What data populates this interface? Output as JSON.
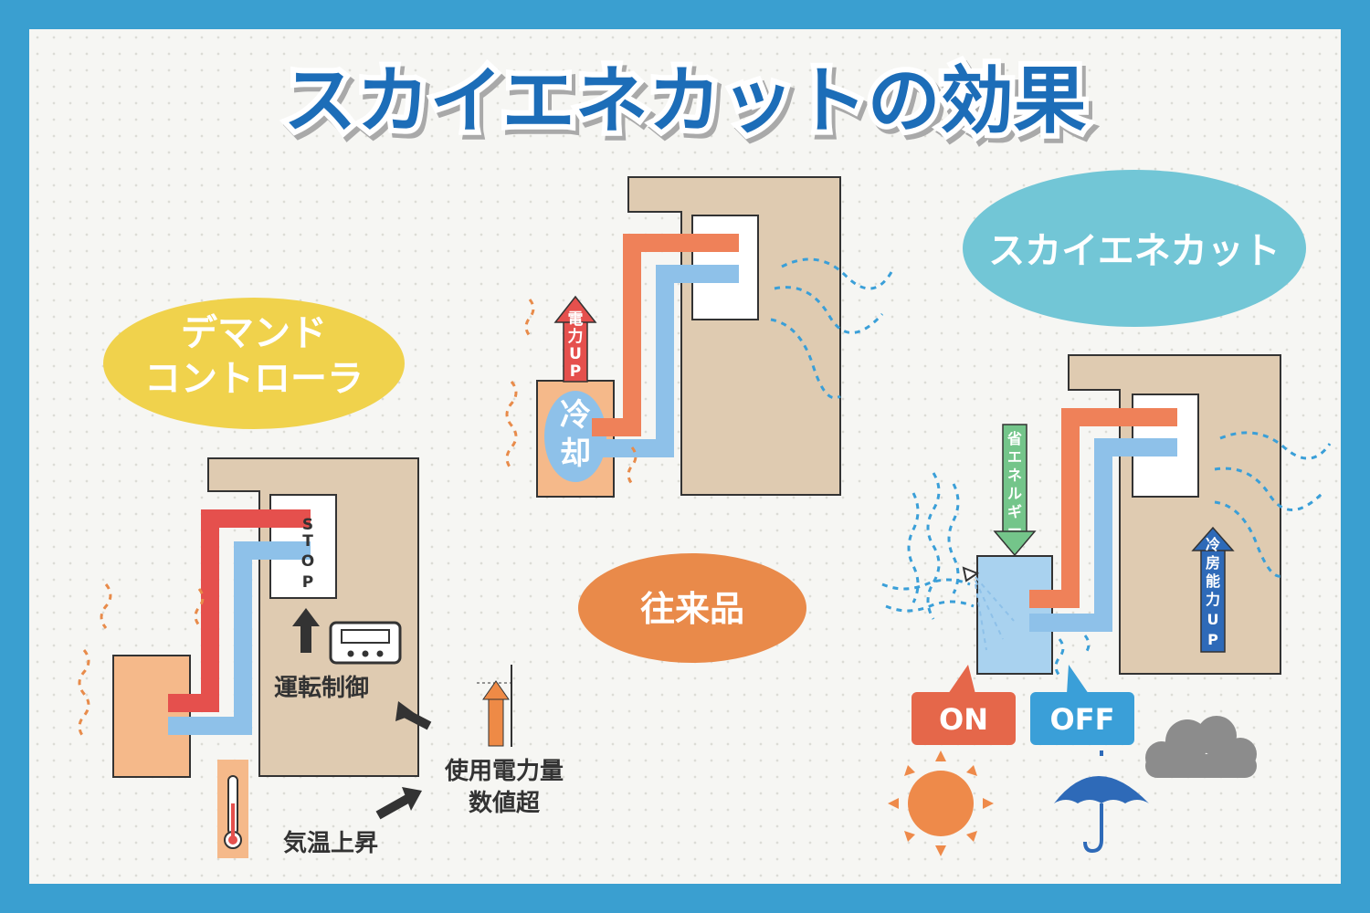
{
  "title": "スカイエネカットの効果",
  "labels": {
    "demand_controller_line1": "デマンド",
    "demand_controller_line2": "コントローラ",
    "conventional": "往来品",
    "sky_enecut": "スカイエネカット",
    "stop_s": "S",
    "stop_t": "T",
    "stop_o": "O",
    "stop_p": "P",
    "operation_control": "運転制御",
    "usage_over_line1": "使用電力量",
    "usage_over_line2": "数値超",
    "temp_rise": "気温上昇",
    "power_up_1": "電",
    "power_up_2": "力",
    "power_up_3": "U",
    "power_up_4": "P",
    "cooling_1": "冷",
    "cooling_2": "却",
    "energy_saving_1": "省",
    "energy_saving_2": "エ",
    "energy_saving_3": "ネ",
    "energy_saving_4": "ル",
    "energy_saving_5": "ギ",
    "energy_saving_6": "ー",
    "cooling_capacity_1": "冷",
    "cooling_capacity_2": "房",
    "cooling_capacity_3": "能",
    "cooling_capacity_4": "力",
    "cooling_capacity_5": "U",
    "cooling_capacity_6": "P",
    "on": "ON",
    "off": "OFF"
  },
  "colors": {
    "frame": "#3a9fd0",
    "title": "#1f6db8",
    "yellow_bubble": "#f0d24c",
    "orange_bubble": "#e98a4a",
    "teal_bubble": "#72c6d6",
    "building": "#dfcbb1",
    "hot_pipe": "#ef8159",
    "red_pipe": "#e5504d",
    "cold_pipe": "#8ec1e9",
    "outdoor_unit": "#f5b98a",
    "on_badge": "#e5674a",
    "off_badge": "#3a9fd8"
  },
  "icons": [
    "thermometer-icon",
    "controller-icon",
    "sun-icon",
    "umbrella-icon",
    "cloud-icon",
    "arrow-up-icon",
    "arrow-down-icon"
  ]
}
